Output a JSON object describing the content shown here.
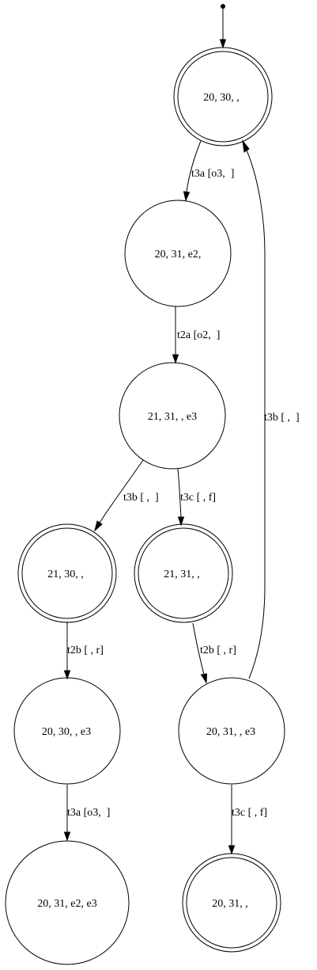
{
  "diagram": {
    "states": [
      {
        "id": "s0",
        "label": "20, 30, ,",
        "accepting": true
      },
      {
        "id": "s1",
        "label": "20, 31, e2,",
        "accepting": false
      },
      {
        "id": "s2",
        "label": "21, 31, , e3",
        "accepting": false
      },
      {
        "id": "s3",
        "label": "21, 30, ,",
        "accepting": true
      },
      {
        "id": "s4",
        "label": "21, 31, ,",
        "accepting": true
      },
      {
        "id": "s5",
        "label": "20, 30, , e3",
        "accepting": false
      },
      {
        "id": "s6",
        "label": "20, 31, , e3",
        "accepting": false
      },
      {
        "id": "s7",
        "label": "20, 31, e2, e3",
        "accepting": false
      },
      {
        "id": "s8",
        "label": "20, 31, ,",
        "accepting": true
      }
    ],
    "transitions": [
      {
        "from": "s0",
        "to": "s1",
        "label": "t3a [o3,  ]"
      },
      {
        "from": "s1",
        "to": "s2",
        "label": "t2a [o2,  ]"
      },
      {
        "from": "s2",
        "to": "s3",
        "label": "t3b [ ,  ]"
      },
      {
        "from": "s2",
        "to": "s4",
        "label": "t3c [ , f]"
      },
      {
        "from": "s3",
        "to": "s5",
        "label": "t2b [ , r]"
      },
      {
        "from": "s4",
        "to": "s6",
        "label": "t2b [ , r]"
      },
      {
        "from": "s6",
        "to": "s0",
        "label": "t3b [ ,  ]"
      },
      {
        "from": "s5",
        "to": "s7",
        "label": "t3a [o3,  ]"
      },
      {
        "from": "s6",
        "to": "s8",
        "label": "t3c [ , f]"
      }
    ],
    "initial_state": "s0"
  }
}
